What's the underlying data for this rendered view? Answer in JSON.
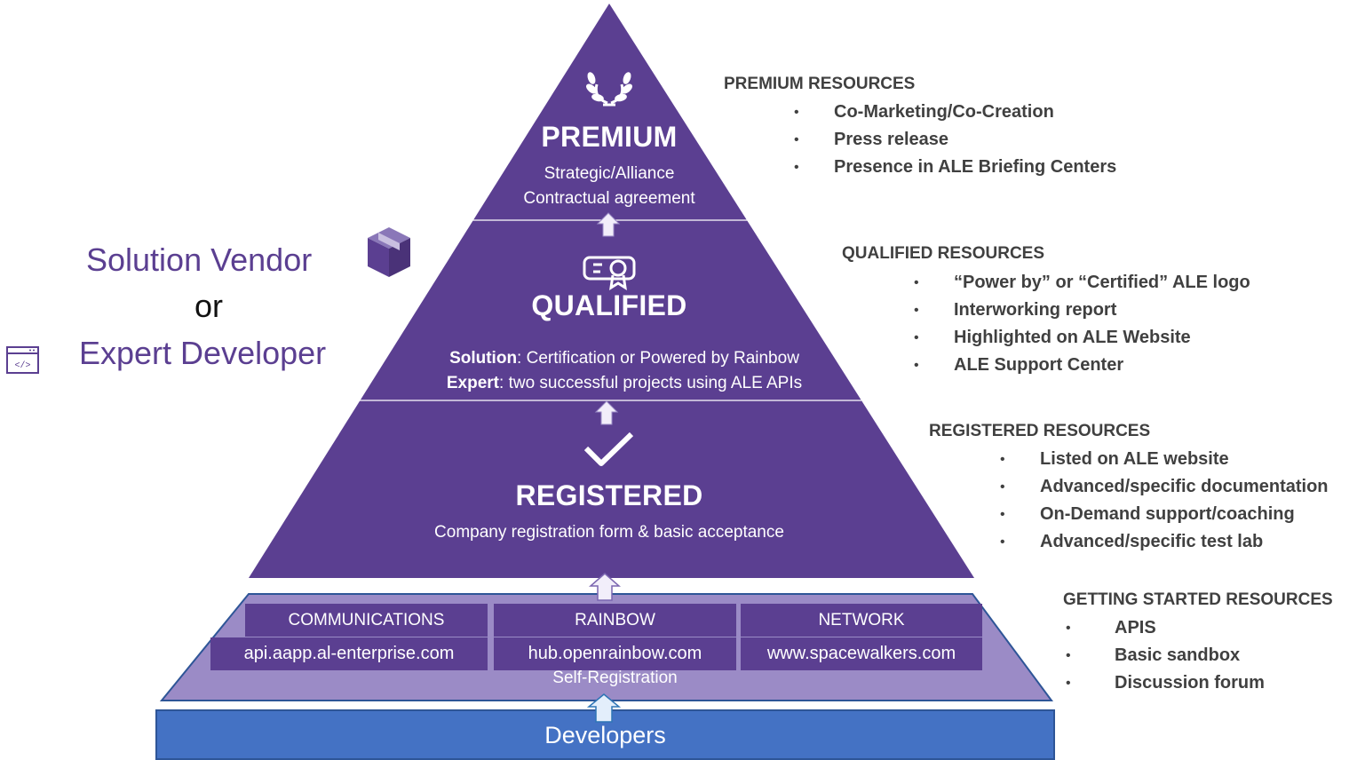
{
  "colors": {
    "pyramid": "#5b3f91",
    "foundation_fill": "#9b8bc6",
    "foundation_border": "#2e5597",
    "developers_bar": "#4472c4",
    "text_dark": "#404040",
    "accent_purple": "#5b3f91"
  },
  "tiers": {
    "premium": {
      "icon": "laurel-wreath-icon",
      "title": "PREMIUM",
      "line1": "Strategic/Alliance",
      "line2": "Contractual agreement"
    },
    "qualified": {
      "icon": "certificate-icon",
      "title": "QUALIFIED",
      "solution_label": "Solution",
      "solution_text": ": Certification or Powered by Rainbow",
      "expert_label": "Expert",
      "expert_text": ": two successful projects using ALE APIs"
    },
    "registered": {
      "icon": "checkmark-icon",
      "title": "REGISTERED",
      "line1": "Company registration form & basic acceptance"
    }
  },
  "foundation": {
    "columns": [
      {
        "name": "COMMUNICATIONS",
        "url": "api.aapp.al-enterprise.com"
      },
      {
        "name": "RAINBOW",
        "url": "hub.openrainbow.com"
      },
      {
        "name": "NETWORK",
        "url": "www.spacewalkers.com"
      }
    ],
    "label": "Self-Registration"
  },
  "base": {
    "label": "Developers"
  },
  "left": {
    "vendor_label": "Solution Vendor",
    "vendor_icon": "box-icon",
    "or_label": "or",
    "developer_label": "Expert Developer",
    "developer_icon": "code-window-icon"
  },
  "resources": {
    "premium": {
      "heading": "PREMIUM RESOURCES",
      "items": [
        "Co-Marketing/Co-Creation",
        "Press release",
        "Presence in ALE Briefing Centers"
      ]
    },
    "qualified": {
      "heading": "QUALIFIED RESOURCES",
      "items": [
        "“Power by” or “Certified” ALE logo",
        "Interworking report",
        "Highlighted on ALE Website",
        "ALE Support Center"
      ]
    },
    "registered": {
      "heading": "REGISTERED RESOURCES",
      "items": [
        "Listed on ALE website",
        "Advanced/specific documentation",
        "On-Demand support/coaching",
        "Advanced/specific test lab"
      ]
    },
    "getting_started": {
      "heading": "GETTING STARTED RESOURCES",
      "items": [
        "APIS",
        "Basic sandbox",
        "Discussion forum"
      ]
    }
  },
  "bullet": "•"
}
